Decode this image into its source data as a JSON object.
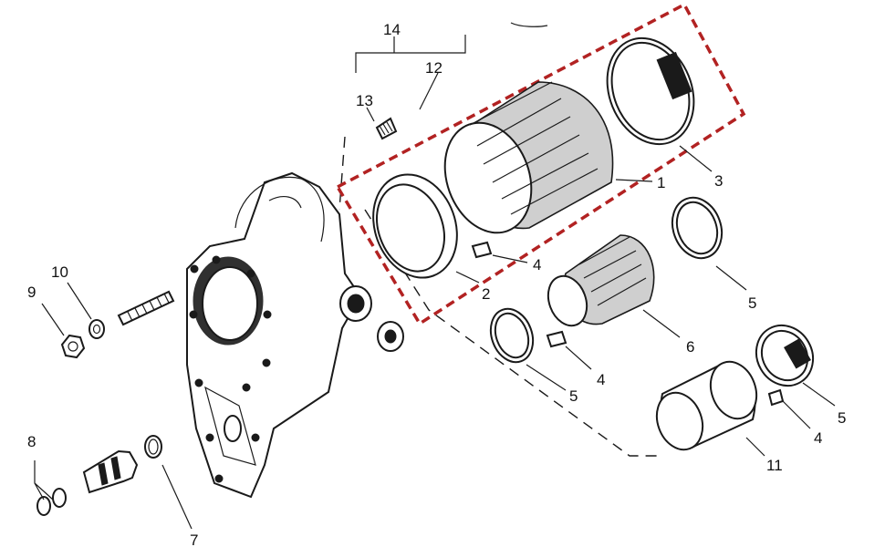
{
  "diagram": {
    "highlight_color": "#b22222",
    "ink_color": "#1a1a1a",
    "callouts": [
      {
        "id": "c1",
        "text": "1"
      },
      {
        "id": "c2",
        "text": "2"
      },
      {
        "id": "c3",
        "text": "3"
      },
      {
        "id": "c4a",
        "text": "4"
      },
      {
        "id": "c4b",
        "text": "4"
      },
      {
        "id": "c4c",
        "text": "4"
      },
      {
        "id": "c5a",
        "text": "5"
      },
      {
        "id": "c5b",
        "text": "5"
      },
      {
        "id": "c5c",
        "text": "5"
      },
      {
        "id": "c6",
        "text": "6"
      },
      {
        "id": "c7",
        "text": "7"
      },
      {
        "id": "c8",
        "text": "8"
      },
      {
        "id": "c9",
        "text": "9"
      },
      {
        "id": "c10",
        "text": "10"
      },
      {
        "id": "c11",
        "text": "11"
      },
      {
        "id": "c12",
        "text": "12"
      },
      {
        "id": "c13",
        "text": "13"
      },
      {
        "id": "c14",
        "text": "14"
      }
    ]
  }
}
